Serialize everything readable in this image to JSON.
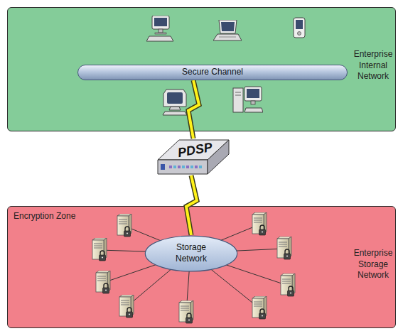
{
  "diagram": {
    "nodes": [
      {
        "text": [
          "Enterprise Internal Network"
        ]
      },
      {
        "text": [
          "Secure Channel"
        ],
        "in": 0
      },
      {
        "text": [
          "PDSP"
        ]
      },
      {
        "text": [
          "Encryption Zone",
          "Enterprise Storage Network"
        ]
      },
      {
        "text": [
          "Storage Network"
        ],
        "in": 3
      }
    ],
    "edges": [
      {
        "from": 1,
        "to": 2,
        "arrow": "none"
      },
      {
        "from": 2,
        "to": 4,
        "arrow": "none"
      }
    ]
  }
}
